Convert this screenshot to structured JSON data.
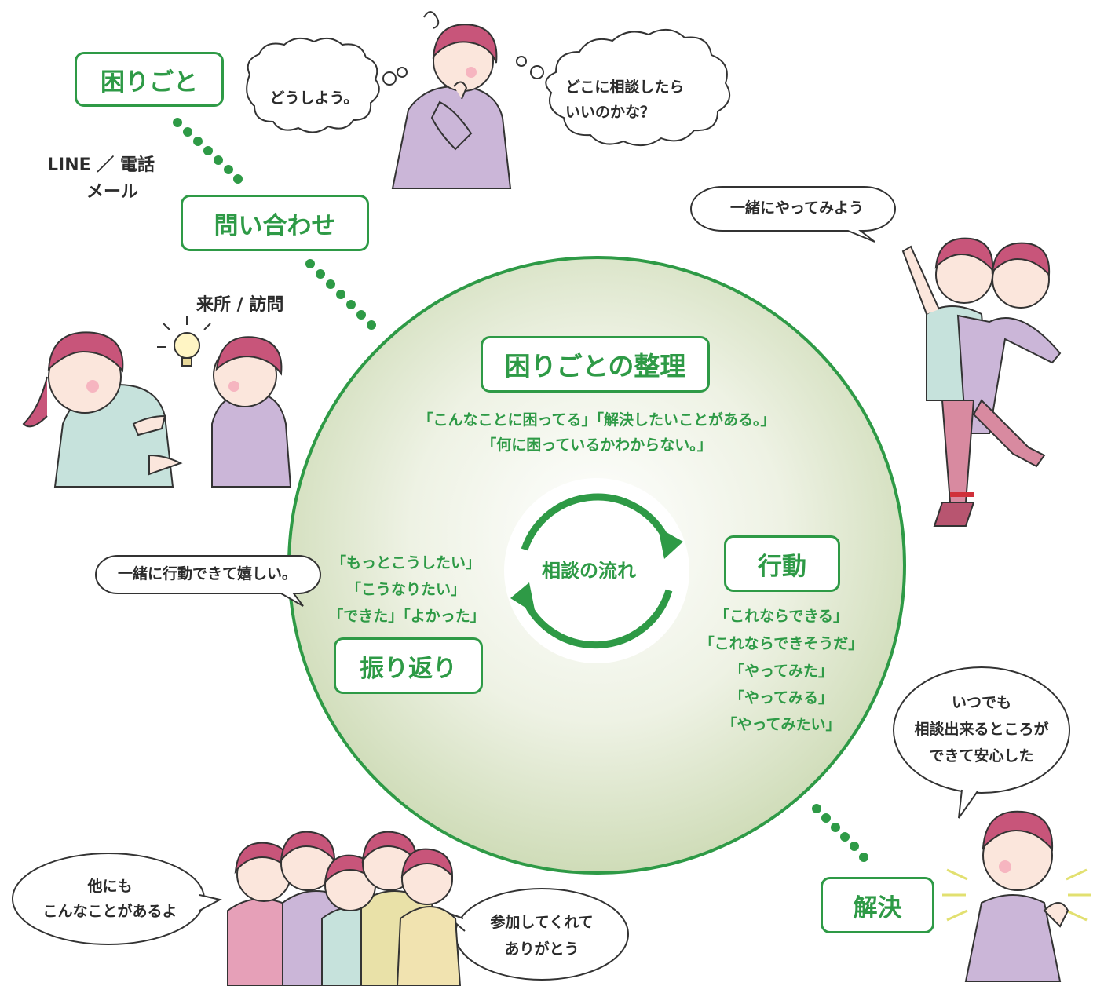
{
  "flow_steps": {
    "trouble": "困りごと",
    "inquiry": "問い合わせ",
    "organize": "困りごとの整理",
    "action": "行動",
    "reflect": "振り返り",
    "solution": "解決"
  },
  "channels": {
    "contact": "LINE ／ 電話",
    "mail": "メール",
    "visit": "来所 / 訪問"
  },
  "center_label": "相談の流れ",
  "organize_quotes": [
    "「こんなことに困ってる」「解決したいことがある。」",
    "「何に困っているかわからない。」"
  ],
  "action_quotes": [
    "「これならできる」",
    "「これならできそうだ」",
    "「やってみた」",
    "「やってみる」",
    "「やってみたい」"
  ],
  "reflect_quotes": [
    "「もっとこうしたい」",
    "「こうなりたい」",
    "「できた」「よかった」"
  ],
  "bubbles": {
    "worry": "どうしよう。",
    "where_line1": "どこに相談したら",
    "where_line2": "いいのかな？",
    "together": "一緒にやってみよう",
    "relief_line1": "いつでも",
    "relief_line2": "相談出来るところが",
    "relief_line3": "できて安心した",
    "happy": "一緒に行動できて嬉しい。",
    "others_line1": "他にも",
    "others_line2": "こんなことがあるよ",
    "thanks_line1": "参加してくれて",
    "thanks_line2": "ありがとう"
  },
  "colors": {
    "accent": "#2e9a46",
    "circle_fill_center": "#ffffff",
    "circle_fill_edge": "#cfdcb8",
    "skin": "#fbe6dc",
    "hair": "#c8557a",
    "shirt": "#cbb6d8",
    "mint": "#c6e2dc"
  }
}
